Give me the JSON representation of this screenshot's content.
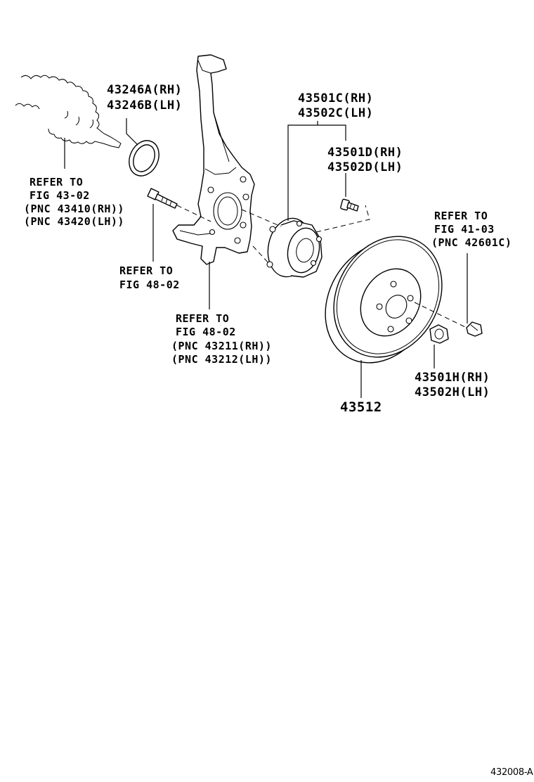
{
  "labels": {
    "seal_rh": "43246A(RH)",
    "seal_lh": "43246B(LH)",
    "hub_rh": "43501C(RH)",
    "hub_lh": "43502C(LH)",
    "hub_bolt_rh": "43501D(RH)",
    "hub_bolt_lh": "43502D(LH)",
    "nut_rh": "43501H(RH)",
    "nut_lh": "43502H(LH)",
    "disc": "43512"
  },
  "references": {
    "driveshaft": [
      "REFER TO",
      "FIG 43-02",
      "(PNC 43410(RH))",
      "(PNC 43420(LH))"
    ],
    "bolt": [
      "REFER TO",
      "FIG 48-02"
    ],
    "knuckle": [
      "REFER TO",
      "FIG 48-02",
      "(PNC 43211(RH))",
      "(PNC 43212(LH))"
    ],
    "caliper_bolt": [
      "REFER TO",
      "FIG 41-03",
      "(PNC 42601C)"
    ]
  },
  "illustration_code": "432008-A"
}
